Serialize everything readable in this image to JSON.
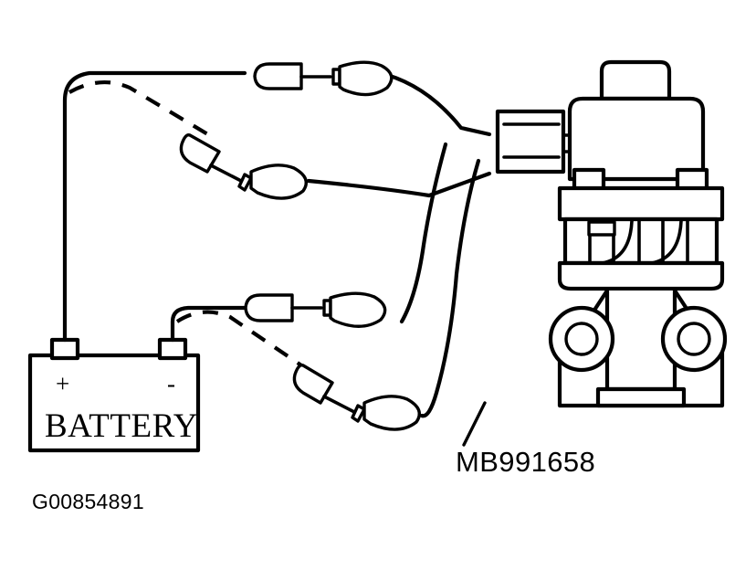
{
  "figure": {
    "code": "G00854891",
    "tool_label": "MB991658",
    "battery": {
      "label": "BATTERY",
      "positive_sign": "+",
      "negative_sign": "-"
    },
    "colors": {
      "ink": "#000000",
      "paper": "#ffffff"
    },
    "parts": {
      "battery_name": "battery",
      "valve_name": "egr-valve-assembly",
      "connector_name": "electrical-connector",
      "jumper_name": "jumper-wire-set"
    }
  }
}
